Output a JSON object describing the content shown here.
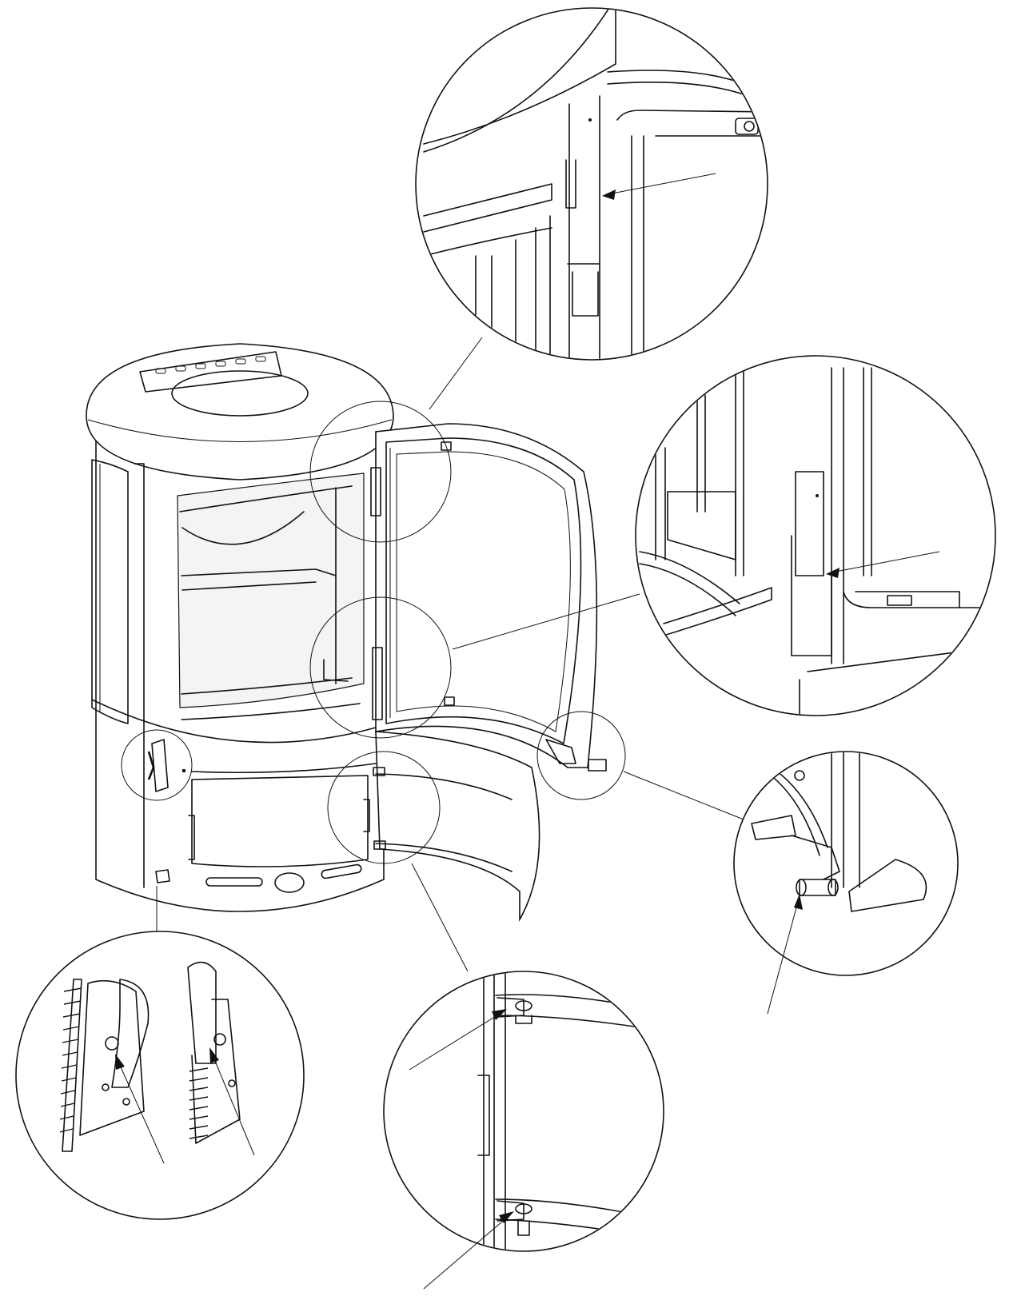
{
  "figure": {
    "subject": "stove-door-hinge-adjustment",
    "detail_callouts": [
      {
        "id": "top-hinge-detail",
        "icon": "zoom-detail-icon"
      },
      {
        "id": "middle-hinge-detail",
        "icon": "zoom-detail-icon"
      },
      {
        "id": "door-latch-detail",
        "icon": "zoom-detail-icon"
      },
      {
        "id": "spring-latch-detail",
        "icon": "zoom-detail-icon"
      },
      {
        "id": "ash-door-hinge-detail",
        "icon": "zoom-detail-icon"
      }
    ],
    "colors": {
      "line": "#111111",
      "background": "#ffffff"
    }
  }
}
